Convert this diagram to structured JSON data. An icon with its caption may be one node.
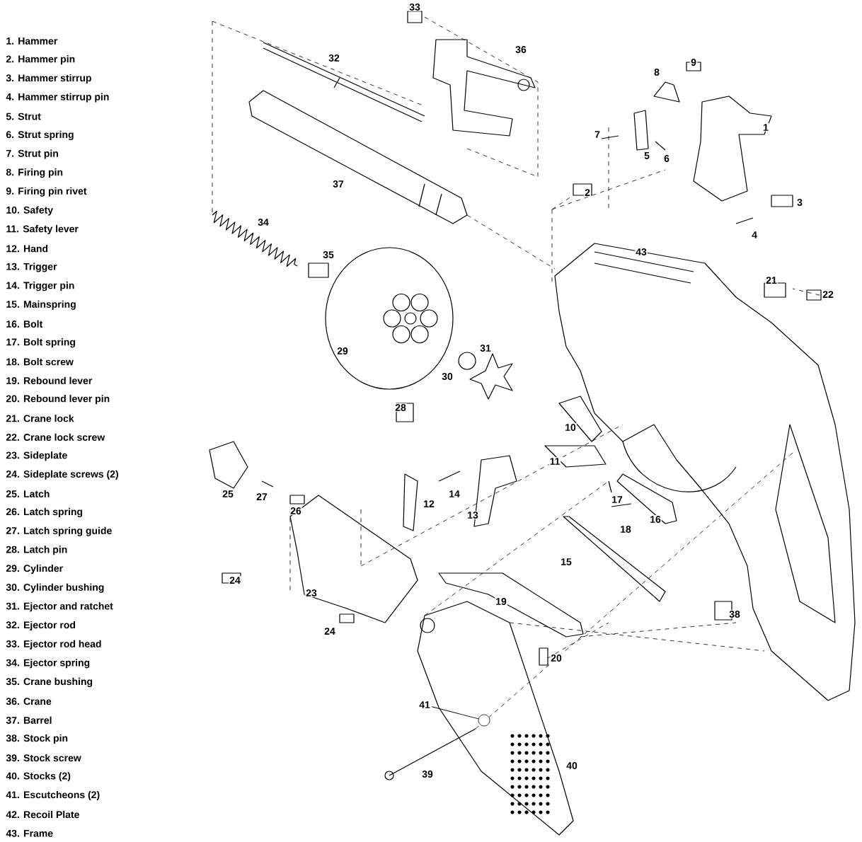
{
  "diagram": {
    "nodes": [
      {
        "text": [
          "41"
        ]
      },
      {
        "text": [],
        "shape": "circle"
      }
    ],
    "edges": [
      {
        "from": 0,
        "to": 1,
        "arrow": "none"
      }
    ],
    "labels": [
      "1. Hammer",
      "2. Hammer pin",
      "3. Hammer stirrup",
      "4. Hammer stirrup pin",
      "5. Strut",
      "6. Strut spring",
      "7. Strut pin",
      "8. Firing pin",
      "9. Firing pin rivet",
      "10. Safety",
      "11. Safety lever",
      "12. Hand",
      "13. Trigger",
      "14. Trigger pin",
      "15. Mainspring",
      "16. Bolt",
      "17. Bolt spring",
      "18. Bolt screw",
      "19. Rebound lever",
      "20. Rebound lever pin",
      "21. Crane lock",
      "22. Crane lock screw",
      "23. Sideplate",
      "24. Sideplate screws (2)",
      "25. Latch",
      "26. Latch spring",
      "27. Latch spring guide",
      "28. Latch pin",
      "29. Cylinder",
      "30. Cylinder bushing",
      "31. Ejector and ratchet",
      "32. Ejector rod",
      "33. Ejector rod head",
      "34. Ejector spring",
      "35. Crane bushing",
      "36. Crane",
      "37. Barrel",
      "38. Stock pin",
      "39. Stock screw",
      "40. Stocks (2)",
      "41. Escutcheons (2)",
      "42. Recoil Plate",
      "43. Frame",
      "33",
      "32",
      "36",
      "8",
      "9",
      "1",
      "7",
      "5",
      "6",
      "2",
      "37",
      "3",
      "4",
      "34",
      "35",
      "43",
      "21",
      "22",
      "29",
      "31",
      "30",
      "28",
      "10",
      "11",
      "25",
      "27",
      "26",
      "12",
      "14",
      "13",
      "17",
      "16",
      "18",
      "15",
      "24",
      "23",
      "19",
      "38",
      "24",
      "20",
      "40",
      "39"
    ]
  }
}
